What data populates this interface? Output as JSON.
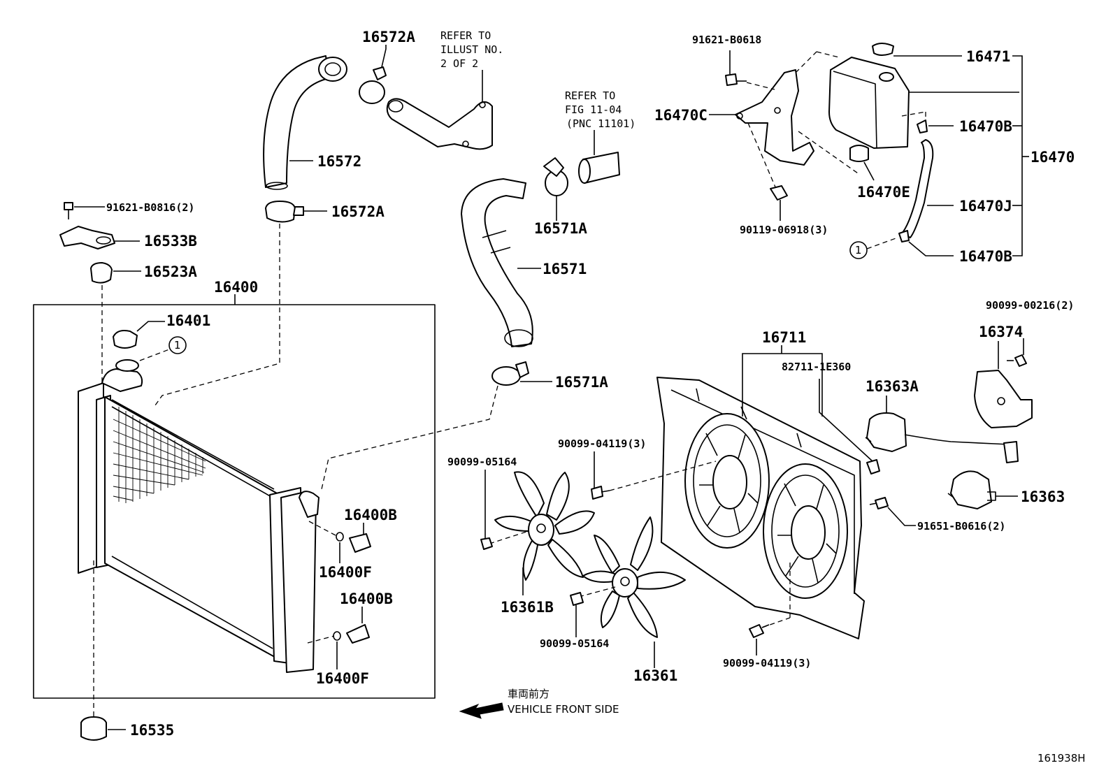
{
  "refer_1": [
    "REFER TO",
    "ILLUST NO.",
    "2 OF 2"
  ],
  "refer_2": [
    "REFER TO",
    "FIG 11-04",
    "(PNC 11101)"
  ],
  "circle_marker": "1",
  "labels": {
    "p16572A_top": "16572A",
    "p16572": "16572",
    "p16572A_mid": "16572A",
    "p91621_B0816": "91621-B0816(2)",
    "p16533B": "16533B",
    "p16523A": "16523A",
    "p16400": "16400",
    "p16401": "16401",
    "p16400B_1": "16400B",
    "p16400F_1": "16400F",
    "p16400B_2": "16400B",
    "p16400F_2": "16400F",
    "p16535": "16535",
    "p16571A_1": "16571A",
    "p16571": "16571",
    "p16571A_2": "16571A",
    "p91621_B0618": "91621-B0618",
    "p16470C": "16470C",
    "p90119_06918": "90119-06918(3)",
    "p16470E": "16470E",
    "p16471": "16471",
    "p16470B_1": "16470B",
    "p16470": "16470",
    "p16470J": "16470J",
    "p16470B_2": "16470B",
    "p16711": "16711",
    "p82711_1E360": "82711-1E360",
    "p90099_00216": "90099-00216(2)",
    "p16374": "16374",
    "p16363A": "16363A",
    "p16363": "16363",
    "p91651_B0616": "91651-B0616(2)",
    "p90099_04119_top": "90099-04119(3)",
    "p90099_05164_top": "90099-05164",
    "p16361B": "16361B",
    "p90099_05164_bot": "90099-05164",
    "p16361": "16361",
    "p90099_04119_bot": "90099-04119(3)"
  },
  "front": {
    "jp": "車両前方",
    "en": "VEHICLE FRONT SIDE"
  },
  "diagram_id": "161938H"
}
